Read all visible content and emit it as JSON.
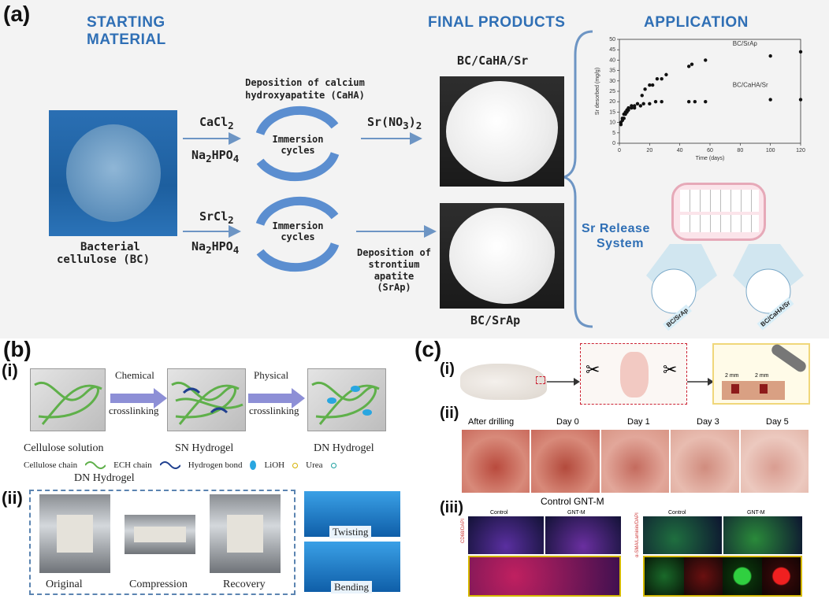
{
  "panel_a": {
    "label": "(a)",
    "starting_material": "STARTING MATERIAL",
    "final_products": "FINAL PRODUCTS",
    "application": "APPLICATION",
    "bc_caption_1": "Bacterial",
    "bc_caption_2": "cellulose (BC)",
    "deposition_caha_1": "Deposition of calcium",
    "deposition_caha_2": "hydroxyapatite (CaHA)",
    "cacl2": "CaCl",
    "cacl2_sub": "2",
    "na2hpo4_a": "Na",
    "na2hpo4_a_sub": "2",
    "na2hpo4_a_rest": "HPO",
    "na2hpo4_a_sub2": "4",
    "srcl2": "SrCl",
    "srcl2_sub": "2",
    "na2hpo4_b": "Na",
    "na2hpo4_b_sub": "2",
    "na2hpo4_b_rest": "HPO",
    "na2hpo4_b_sub2": "4",
    "immersion_1a": "Immersion",
    "immersion_1b": "cycles",
    "immersion_2a": "Immersion",
    "immersion_2b": "cycles",
    "srno3": "Sr(NO",
    "srno3_sub": "3",
    "srno3_close": ")",
    "srno3_sub2": "2",
    "deposition_srap_1": "Deposition of",
    "deposition_srap_2": "strontium",
    "deposition_srap_3": "apatite (SrAp)",
    "product_top": "BC/CaHA/Sr",
    "product_bottom": "BC/SrAp",
    "sr_release_1": "Sr Release",
    "sr_release_2": "System",
    "tag_left": "BC/SrAp",
    "tag_right": "BC/CaHA/Sr"
  },
  "chart_data": {
    "type": "scatter",
    "xlabel": "Time (days)",
    "ylabel": "Sr desorbed (mg/g)",
    "xlim": [
      0,
      120
    ],
    "ylim": [
      0,
      50
    ],
    "xticks": [
      0,
      20,
      40,
      60,
      80,
      100,
      120
    ],
    "yticks": [
      0,
      5,
      10,
      15,
      20,
      25,
      30,
      35,
      40,
      45,
      50
    ],
    "series": [
      {
        "name": "BC/SrAp",
        "x": [
          1,
          2,
          3,
          4,
          5,
          6,
          8,
          10,
          12,
          15,
          17,
          20,
          22,
          25,
          28,
          31,
          46,
          48,
          57,
          100,
          120
        ],
        "y": [
          10,
          12,
          14,
          15,
          16,
          17,
          18,
          18,
          19,
          23,
          26,
          28,
          28,
          31,
          31,
          33,
          37,
          38,
          40,
          42,
          44
        ]
      },
      {
        "name": "BC/CaHA/Sr",
        "x": [
          1,
          2,
          3,
          4,
          5,
          6,
          8,
          10,
          14,
          16,
          20,
          24,
          28,
          46,
          50,
          57,
          100,
          120
        ],
        "y": [
          9,
          11,
          12,
          14,
          15,
          16,
          17,
          17,
          18,
          19,
          19,
          20,
          20,
          20,
          20,
          20,
          21,
          21
        ]
      }
    ]
  },
  "panel_b": {
    "label": "(b)",
    "sub_i": "(i)",
    "sub_ii": "(ii)",
    "chemical": "Chemical",
    "crosslinking_1": "crosslinking",
    "physical": "Physical",
    "crosslinking_2": "crosslinking",
    "cellulose_solution": "Cellulose solution",
    "sn_hydrogel": "SN Hydrogel",
    "dn_hydrogel": "DN Hydrogel",
    "legend_cellulose": "Cellulose chain",
    "legend_ech": "ECH chain",
    "legend_hbond": "Hydrogen bond",
    "legend_lioh": "LiOH",
    "legend_urea": "Urea",
    "dn_hydrogel_sub": "DN Hydrogel",
    "original": "Original",
    "compression": "Compression",
    "recovery": "Recovery",
    "twisting": "Twisting",
    "bending": "Bending"
  },
  "panel_c": {
    "label": "(c)",
    "sub_i": "(i)",
    "sub_ii": "(ii)",
    "sub_iii": "(iii)",
    "after_drilling": "After drilling",
    "day0": "Day 0",
    "day1": "Day 1",
    "day3": "Day 3",
    "day5": "Day 5",
    "mm1": "2 mm",
    "mm2": "2 mm",
    "control_gnt": "Control  GNT-M",
    "fl_control_1": "Control",
    "fl_gnt_1": "GNT-M",
    "fl_control_2": "Control",
    "fl_gnt_2": "GNT-M",
    "stain_1": "CD68/DAPI",
    "stain_2": "α-SMA/Laminin/DAPI"
  }
}
